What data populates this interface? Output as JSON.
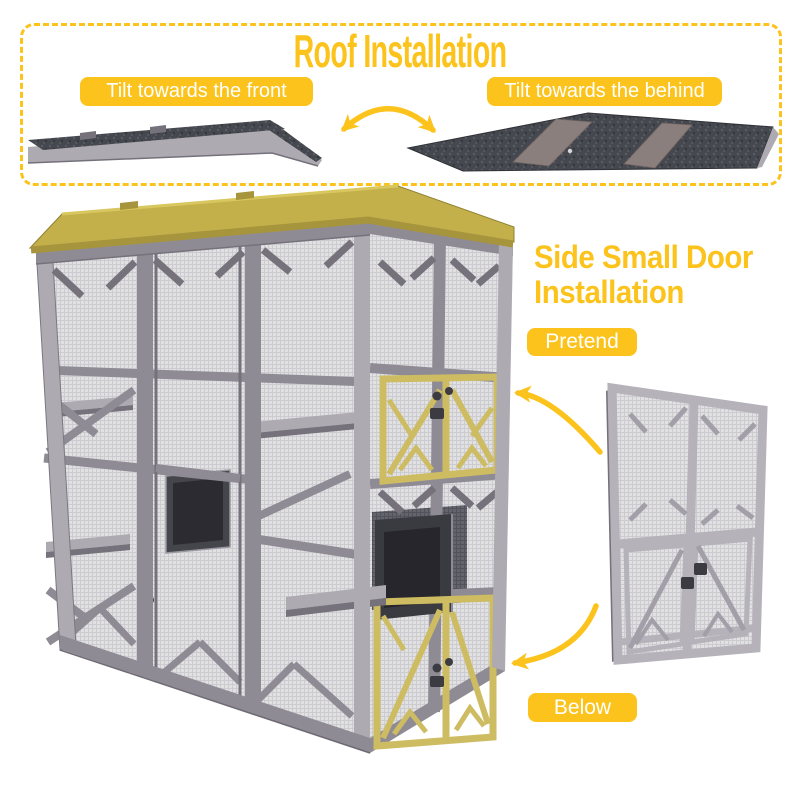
{
  "roof_section": {
    "title": "Roof Installation",
    "left_label": "Tilt towards the front",
    "right_label": "Tilt towards the behind"
  },
  "door_section": {
    "heading_line1": "Side Small Door",
    "heading_line2": "Installation",
    "top_label": "Pretend",
    "bottom_label": "Below"
  },
  "colors": {
    "accent": "#FBC31B",
    "label_text": "#FFFFFF",
    "roof_olive": "#C4B04B",
    "roof_fascia": "#A6953D",
    "roof_highlight": "#D8C65E",
    "asphalt": "#45484E",
    "asphalt_dot_light": "#5B5F67",
    "asphalt_dot_dark": "#33363B",
    "wood": "#8F8B94",
    "wood_light": "#AEAAB2",
    "wood_dark": "#76727B",
    "mesh_bg": "#E1E1E4",
    "mesh_line": "#CCCCD0",
    "interior_bg": "#64646C",
    "interior_line": "#52525A",
    "hl_frame": "#CDBC62",
    "hl_mesh_bg": "#EAE096",
    "hl_mesh_line": "#D5C87C",
    "hardware": "#3B3B41",
    "panel_frame": "#B6B2BA",
    "panel_brace": "#A39FA8",
    "batten": "#8B7F7D"
  }
}
